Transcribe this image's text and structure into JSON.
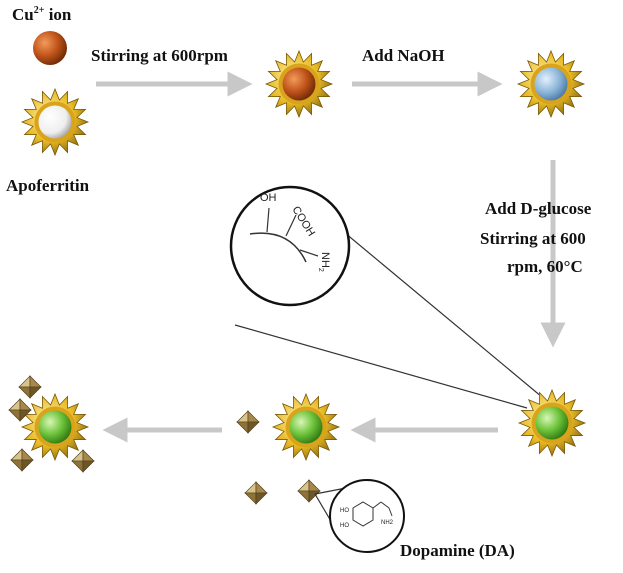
{
  "labels": {
    "cu_ion": "Cu",
    "cu_ion_sup": "2+",
    "cu_ion_suffix": " ion",
    "apoferritin": "Apoferritin",
    "step1": "Stirring at 600rpm",
    "step2": "Add NaOH",
    "step3_line1": "Add D-glucose",
    "step3_line2": "Stirring at 600",
    "step3_line3": "rpm, 60°C",
    "dopamine": "Dopamine (DA)"
  },
  "inset": {
    "oh": "OH",
    "cooh": "COOH",
    "nh2": "NH",
    "nh2_sub": "2"
  },
  "dopamine_struct": {
    "ho_top": "HO",
    "ho_bottom": "HO",
    "nh2": "NH2"
  },
  "colors": {
    "arrow": "#c8c8c8",
    "copper_core": "#c0541a",
    "white_core": "#f4f4f4",
    "blue_core": "#8ab4d8",
    "green_core": "#6cc23a",
    "shell": "#e8b923",
    "dopamine_particle": "#b39a5a"
  }
}
